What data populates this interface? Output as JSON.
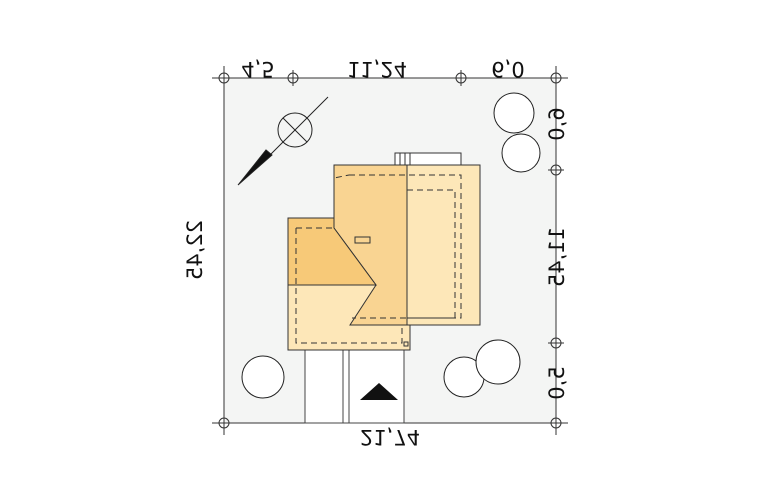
{
  "plan": {
    "top_dims": [
      "4,5",
      "11,24",
      "6,0"
    ],
    "right_dims": [
      "6,0",
      "11,45",
      "5,0"
    ],
    "left_dim": "22,45",
    "bottom_dim": "21,74"
  },
  "colors": {
    "plot": "#f4f5f4",
    "roof_dark": "#f7c978",
    "roof_light": "#fde7b8",
    "line": "#222222"
  }
}
